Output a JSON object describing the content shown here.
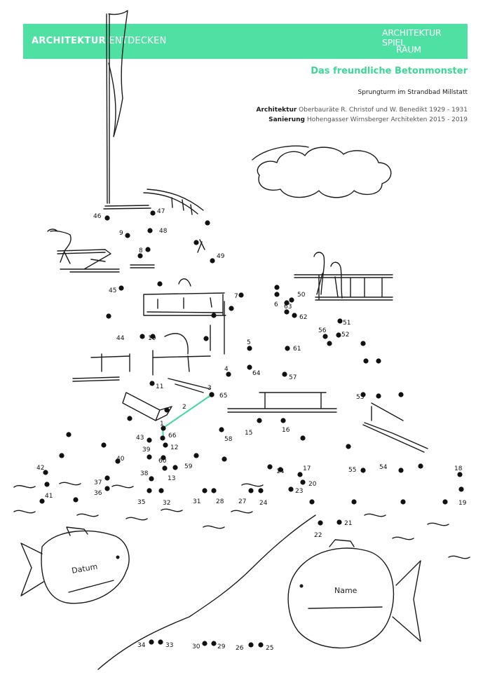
{
  "header": {
    "series_bold": "ARCHITEKTUR",
    "series_rest": " ENTDECKEN",
    "logo_line1": "ARCHITEKTUR",
    "logo_line2": "SPIEL",
    "logo_line3": "RAUM"
  },
  "title": "Das freundliche Betonmonster",
  "site": "Sprungturm im Strandbad Millstatt",
  "credits": [
    {
      "label": "Architektur",
      "value": " Oberbauräte R. Christof und W. Benedikt 1929 - 1931"
    },
    {
      "label": "Sanierung",
      "value": " Hohengasser Wirnsberger Architekten 2015 - 2019"
    }
  ],
  "fields": {
    "date_label": "Datum",
    "name_label": "Name"
  },
  "colors": {
    "accent": "#4fe0a4",
    "title": "#3dd896",
    "ink": "#1a1a1a"
  },
  "dots": [
    {
      "n": "1",
      "label": "1"
    },
    {
      "n": "2",
      "label": "2"
    },
    {
      "n": "3",
      "label": "3"
    },
    {
      "n": "4",
      "label": "4"
    },
    {
      "n": "5",
      "label": "5"
    },
    {
      "n": "6",
      "label": "6"
    },
    {
      "n": "7",
      "label": "7"
    },
    {
      "n": "8",
      "label": "8"
    },
    {
      "n": "9",
      "label": "9"
    },
    {
      "n": "10",
      "label": "10"
    },
    {
      "n": "11",
      "label": "11"
    },
    {
      "n": "12",
      "label": "12"
    },
    {
      "n": "13",
      "label": "13"
    },
    {
      "n": "14",
      "label": "14"
    },
    {
      "n": "15",
      "label": "15"
    },
    {
      "n": "16",
      "label": "16"
    },
    {
      "n": "17",
      "label": "17"
    },
    {
      "n": "18",
      "label": "18"
    },
    {
      "n": "19",
      "label": "19"
    },
    {
      "n": "20",
      "label": "20"
    },
    {
      "n": "21",
      "label": "21"
    },
    {
      "n": "22",
      "label": "22"
    },
    {
      "n": "23",
      "label": "23"
    },
    {
      "n": "24",
      "label": "24"
    },
    {
      "n": "25",
      "label": "25"
    },
    {
      "n": "26",
      "label": "26"
    },
    {
      "n": "27",
      "label": "27"
    },
    {
      "n": "28",
      "label": "28"
    },
    {
      "n": "29",
      "label": "29"
    },
    {
      "n": "30",
      "label": "30"
    },
    {
      "n": "31",
      "label": "31"
    },
    {
      "n": "32",
      "label": "32"
    },
    {
      "n": "33",
      "label": "33"
    },
    {
      "n": "34",
      "label": "34"
    },
    {
      "n": "35",
      "label": "35"
    },
    {
      "n": "36",
      "label": "36"
    },
    {
      "n": "37",
      "label": "37"
    },
    {
      "n": "38",
      "label": "38"
    },
    {
      "n": "39",
      "label": "39"
    },
    {
      "n": "40",
      "label": "40"
    },
    {
      "n": "41",
      "label": "41"
    },
    {
      "n": "42",
      "label": "42"
    },
    {
      "n": "43",
      "label": "43"
    },
    {
      "n": "44",
      "label": "44"
    },
    {
      "n": "45",
      "label": "45"
    },
    {
      "n": "46",
      "label": "46"
    },
    {
      "n": "47",
      "label": "47"
    },
    {
      "n": "48",
      "label": "48"
    },
    {
      "n": "49",
      "label": "49"
    },
    {
      "n": "50",
      "label": "50"
    },
    {
      "n": "51",
      "label": "51"
    },
    {
      "n": "52",
      "label": "52"
    },
    {
      "n": "53",
      "label": "53"
    },
    {
      "n": "54",
      "label": "54"
    },
    {
      "n": "55",
      "label": "55"
    },
    {
      "n": "56",
      "label": "56"
    },
    {
      "n": "57",
      "label": "57"
    },
    {
      "n": "58",
      "label": "58"
    },
    {
      "n": "59",
      "label": "59"
    },
    {
      "n": "60",
      "label": "60"
    },
    {
      "n": "61",
      "label": "61"
    },
    {
      "n": "62",
      "label": "62"
    },
    {
      "n": "63",
      "label": "63"
    },
    {
      "n": "64",
      "label": "64"
    },
    {
      "n": "65",
      "label": "65"
    },
    {
      "n": "66",
      "label": "66"
    }
  ],
  "extra_dot_count": 32
}
